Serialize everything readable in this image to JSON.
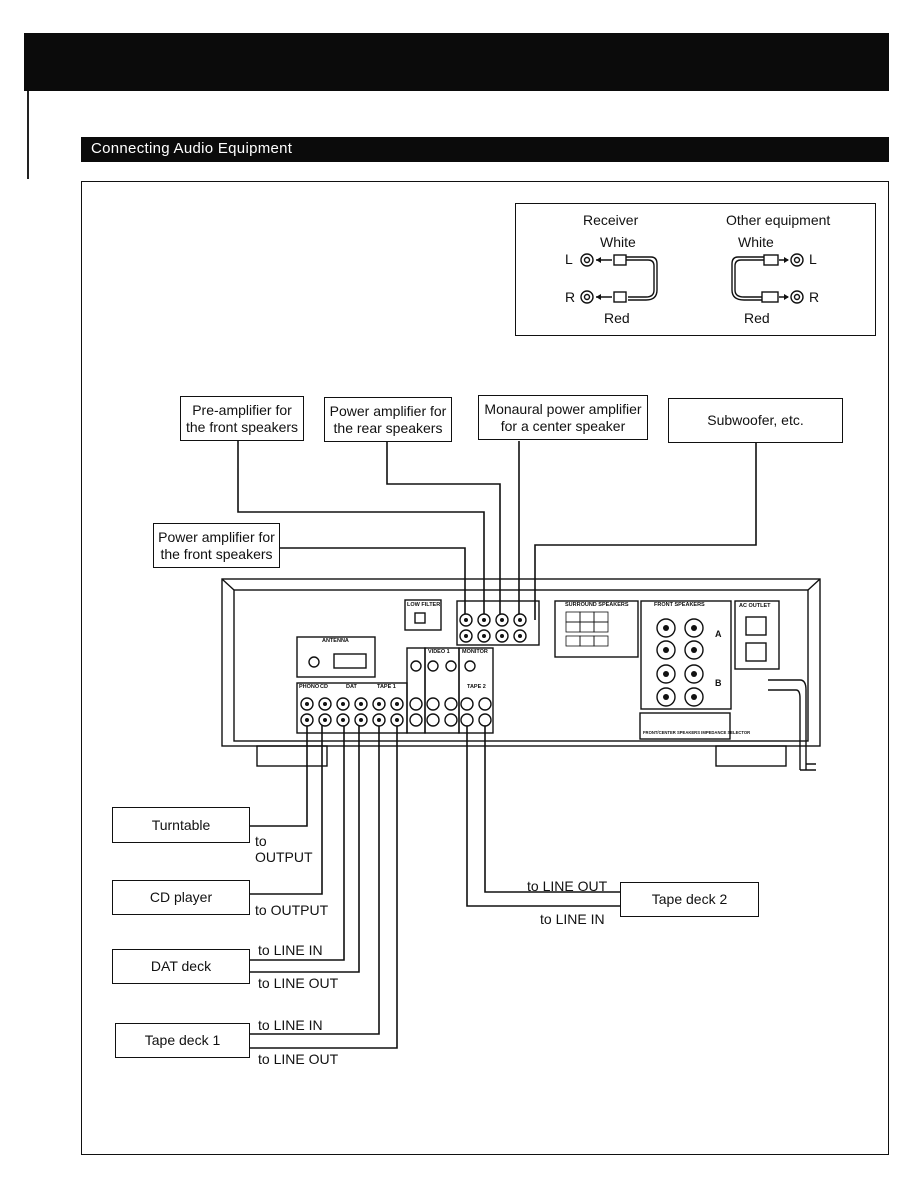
{
  "section": {
    "title": "Connecting Audio Equipment"
  },
  "cable_legend": {
    "receiver": "Receiver",
    "other": "Other equipment",
    "white_left": "White",
    "white_right": "White",
    "red_left": "Red",
    "red_right": "Red",
    "l_left": "L",
    "r_left": "R",
    "l_right": "L",
    "r_right": "R"
  },
  "top_boxes": {
    "preamp": [
      "Pre-amplifier for",
      "the front speakers"
    ],
    "rear_amp": [
      "Power amplifier for",
      "the rear speakers"
    ],
    "center_amp": [
      "Monaural power amplifier",
      "for a center speaker"
    ],
    "subwoofer": "Subwoofer, etc.",
    "front_amp": [
      "Power amplifier for",
      "the front speakers"
    ]
  },
  "bottom_boxes": {
    "turntable": "Turntable",
    "cd_player": "CD player",
    "dat_deck": "DAT deck",
    "tape_deck_1": "Tape deck 1",
    "tape_deck_2": "Tape deck 2"
  },
  "connection_labels": {
    "turntable_to": "to",
    "turntable_output": "OUTPUT",
    "cd_output": "to OUTPUT",
    "dat_line_in": "to LINE IN",
    "dat_line_out": "to LINE OUT",
    "tape1_line_in": "to LINE IN",
    "tape1_line_out": "to LINE OUT",
    "tape2_line_out": "to LINE OUT",
    "tape2_line_in": "to LINE IN"
  },
  "receiver_panel": {
    "antenna": "ANTENNA",
    "low_filter": "LOW FILTER",
    "surround_speakers": "SURROUND SPEAKERS",
    "front_speakers": "FRONT SPEAKERS",
    "ac_outlet": "AC OUTLET",
    "phono": "PHONO",
    "cd": "CD",
    "dat": "DAT",
    "tape1": "TAPE 1",
    "tape2": "TAPE 2",
    "video1": "VIDEO 1",
    "monitor": "MONITOR",
    "speaker_a": "A",
    "speaker_b": "B",
    "impedance": "FRONT/CENTER SPEAKERS IMPEDANCE SELECTOR"
  }
}
